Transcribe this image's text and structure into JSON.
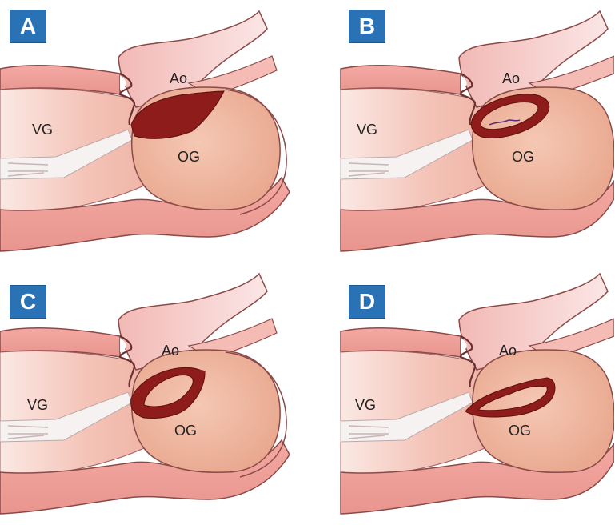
{
  "panels": [
    {
      "letter": "A",
      "labels": {
        "aorta": "Ao",
        "left_ventricle": "VG",
        "left_atrium": "OG"
      },
      "variant": "solid"
    },
    {
      "letter": "B",
      "labels": {
        "aorta": "Ao",
        "left_ventricle": "VG",
        "left_atrium": "OG"
      },
      "variant": "ring"
    },
    {
      "letter": "C",
      "labels": {
        "aorta": "Ao",
        "left_ventricle": "VG",
        "left_atrium": "OG"
      },
      "variant": "crescent"
    },
    {
      "letter": "D",
      "labels": {
        "aorta": "Ao",
        "left_ventricle": "VG",
        "left_atrium": "OG"
      },
      "variant": "s-shape"
    }
  ],
  "colors": {
    "badge": "#2a72b6",
    "tissue": "#f2b7ab",
    "atrium": "#efb59e",
    "lesion": "#8e1c1a",
    "outline": "#7a3a3a"
  }
}
